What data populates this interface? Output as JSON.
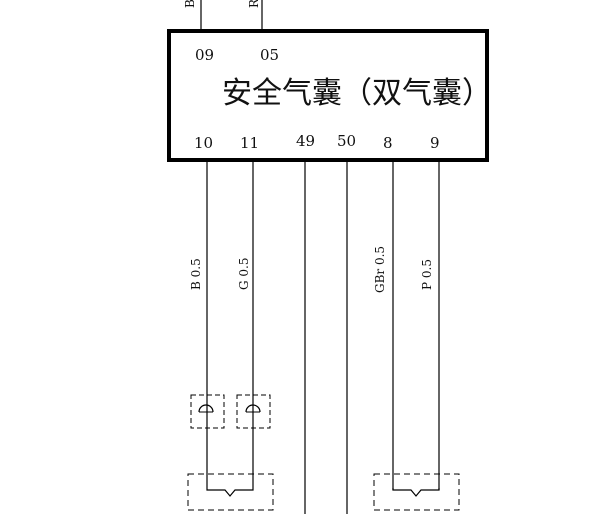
{
  "module": {
    "title": "安全气囊（双气囊）",
    "top_pins": [
      "09",
      "05"
    ],
    "top_wire_stubs": [
      "B",
      "R"
    ],
    "bottom_pins": [
      "10",
      "11",
      "49",
      "50",
      "8",
      "9"
    ]
  },
  "wires": [
    {
      "pin": "10",
      "label": "B 0.5"
    },
    {
      "pin": "11",
      "label": "G 0.5"
    },
    {
      "pin": "49",
      "label": ""
    },
    {
      "pin": "50",
      "label": ""
    },
    {
      "pin": "8",
      "label": "GBr 0.5"
    },
    {
      "pin": "9",
      "label": "P 0.5"
    }
  ]
}
